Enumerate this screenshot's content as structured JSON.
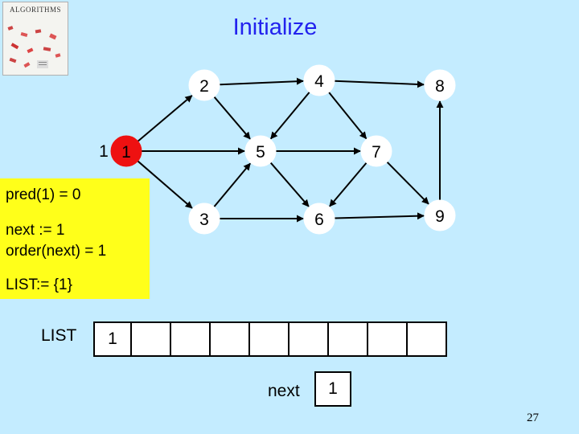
{
  "logo": {
    "text": "ALGORITHMS"
  },
  "title": "Initialize",
  "graph": {
    "nodes": [
      {
        "id": "1",
        "label": "1",
        "fill": "#ee1111",
        "side_label": "1"
      },
      {
        "id": "2",
        "label": "2",
        "fill": "#ffffff"
      },
      {
        "id": "3",
        "label": "3",
        "fill": "#ffffff"
      },
      {
        "id": "4",
        "label": "4",
        "fill": "#ffffff"
      },
      {
        "id": "5",
        "label": "5",
        "fill": "#ffffff"
      },
      {
        "id": "6",
        "label": "6",
        "fill": "#ffffff"
      },
      {
        "id": "7",
        "label": "7",
        "fill": "#ffffff"
      },
      {
        "id": "8",
        "label": "8",
        "fill": "#ffffff"
      },
      {
        "id": "9",
        "label": "9",
        "fill": "#ffffff"
      }
    ],
    "edges": [
      {
        "from": "1",
        "to": "2"
      },
      {
        "from": "1",
        "to": "5"
      },
      {
        "from": "1",
        "to": "3"
      },
      {
        "from": "2",
        "to": "4"
      },
      {
        "from": "2",
        "to": "5"
      },
      {
        "from": "4",
        "to": "5"
      },
      {
        "from": "4",
        "to": "8"
      },
      {
        "from": "4",
        "to": "7"
      },
      {
        "from": "5",
        "to": "7"
      },
      {
        "from": "5",
        "to": "6"
      },
      {
        "from": "3",
        "to": "6"
      },
      {
        "from": "3",
        "to": "5"
      },
      {
        "from": "7",
        "to": "6"
      },
      {
        "from": "7",
        "to": "9"
      },
      {
        "from": "6",
        "to": "9"
      },
      {
        "from": "9",
        "to": "8"
      }
    ]
  },
  "info": {
    "pred": "pred(1) = 0",
    "next": "next := 1",
    "order": "order(next) = 1",
    "list": "LIST:= {1}"
  },
  "list": {
    "label": "LIST",
    "cells": [
      "1",
      "",
      "",
      "",
      "",
      "",
      "",
      "",
      ""
    ]
  },
  "next": {
    "label": "next",
    "value": "1"
  },
  "page_number": "27",
  "colors": {
    "background": "#c4ecff",
    "title": "#2222ee",
    "highlight": "#ffff1a",
    "active_node": "#ee1111"
  }
}
